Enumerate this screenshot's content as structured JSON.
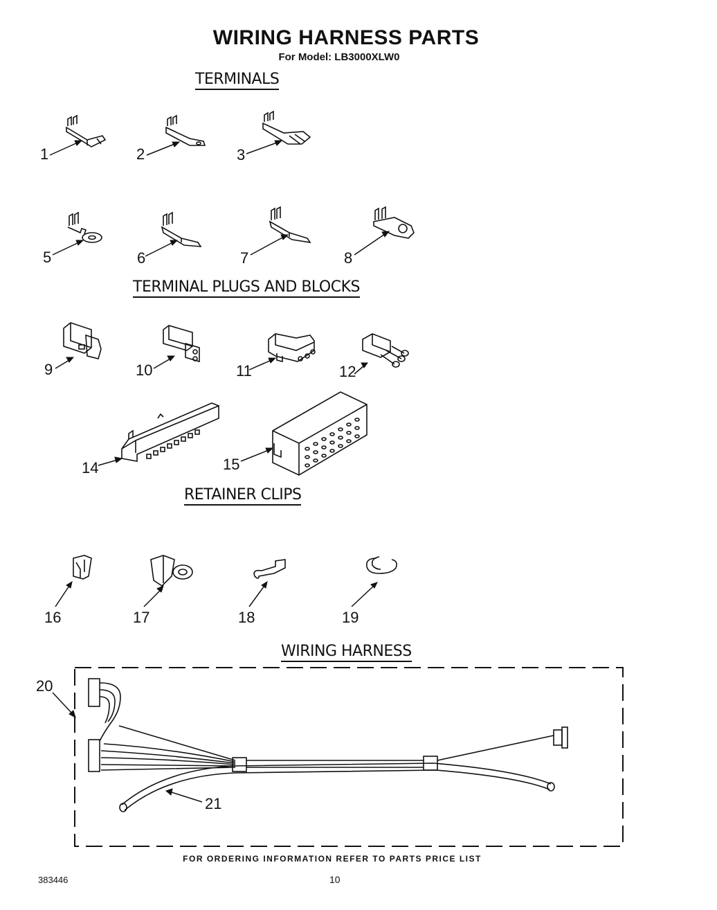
{
  "title": "WIRING HARNESS PARTS",
  "model": "For Model: LB3000XLW0",
  "sections": {
    "terminals": "TERMINALS",
    "plugs": "TERMINAL PLUGS AND BLOCKS",
    "clips": "RETAINER CLIPS",
    "harness": "WIRING HARNESS"
  },
  "callouts": {
    "p1": "1",
    "p2": "2",
    "p3": "3",
    "p5": "5",
    "p6": "6",
    "p7": "7",
    "p8": "8",
    "p9": "9",
    "p10": "10",
    "p11": "11",
    "p12": "12",
    "p14": "14",
    "p15": "15",
    "p16": "16",
    "p17": "17",
    "p18": "18",
    "p19": "19",
    "p20": "20",
    "p21": "21"
  },
  "footer": "FOR ORDERING INFORMATION REFER TO PARTS PRICE LIST",
  "doc_number": "383446",
  "page_number": "10"
}
